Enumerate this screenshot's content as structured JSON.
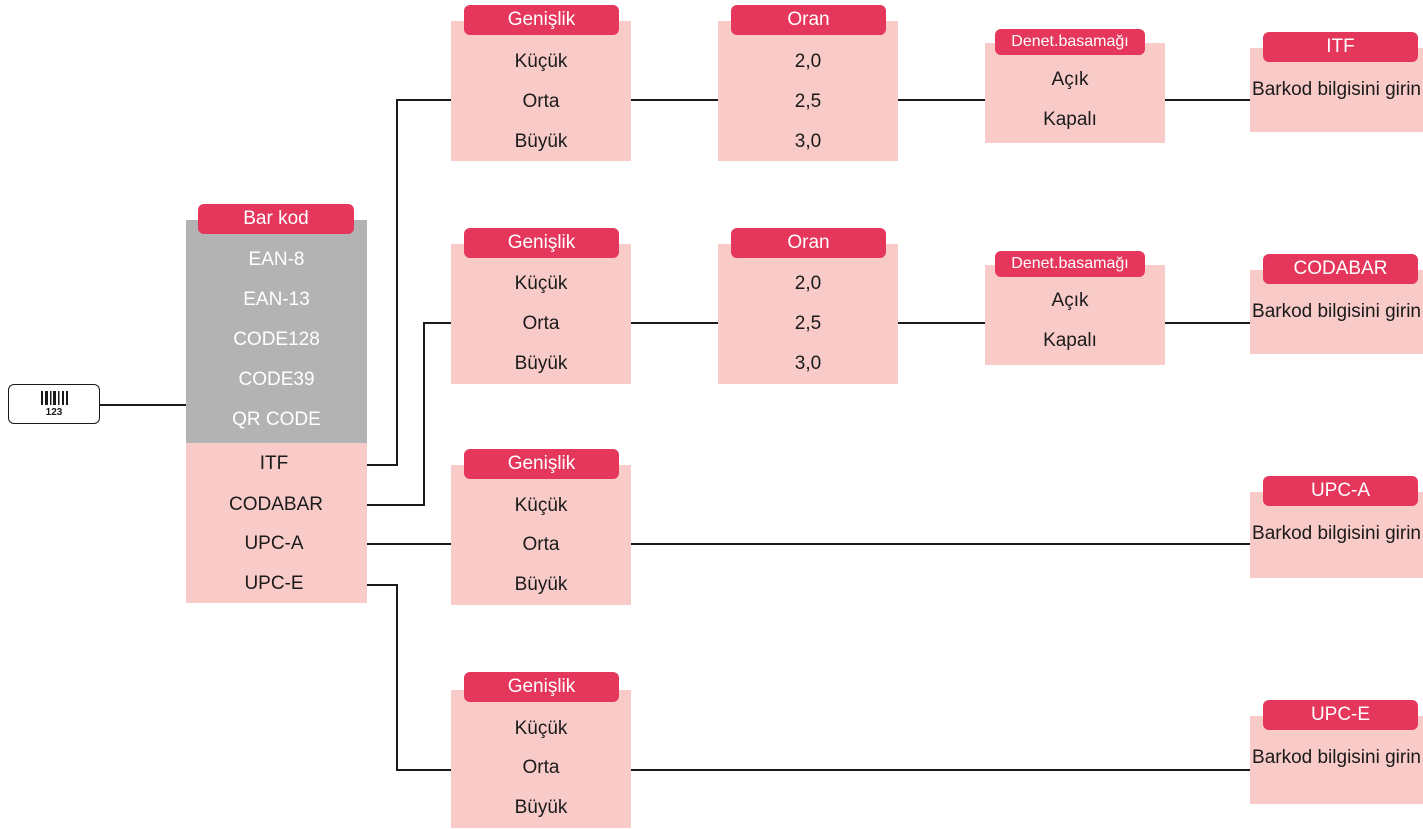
{
  "start": {
    "icon": "barcode-123-icon",
    "digits": "123"
  },
  "barcode_menu": {
    "title": "Bar kod",
    "disabled_items": [
      "EAN-8",
      "EAN-13",
      "CODE128",
      "CODE39",
      "QR CODE"
    ],
    "items": [
      "ITF",
      "CODABAR",
      "UPC-A",
      "UPC-E"
    ]
  },
  "width_menu": {
    "title": "Genişlik",
    "options": [
      "Küçük",
      "Orta",
      "Büyük"
    ]
  },
  "ratio_menu": {
    "title": "Oran",
    "options": [
      "2,0",
      "2,5",
      "3,0"
    ]
  },
  "check_digit_menu": {
    "title": "Denet.basamağı",
    "options": [
      "Açık",
      "Kapalı"
    ]
  },
  "results": [
    {
      "title": "ITF",
      "text": "Barkod bilgisini girin"
    },
    {
      "title": "CODABAR",
      "text": "Barkod bilgisini girin"
    },
    {
      "title": "UPC-A",
      "text": "Barkod bilgisini girin"
    },
    {
      "title": "UPC-E",
      "text": "Barkod bilgisini girin"
    }
  ],
  "colors": {
    "header": "#e5365b",
    "box": "#f8cbc8",
    "disabled": "#b3b3b3",
    "line": "#1a1a1a"
  }
}
